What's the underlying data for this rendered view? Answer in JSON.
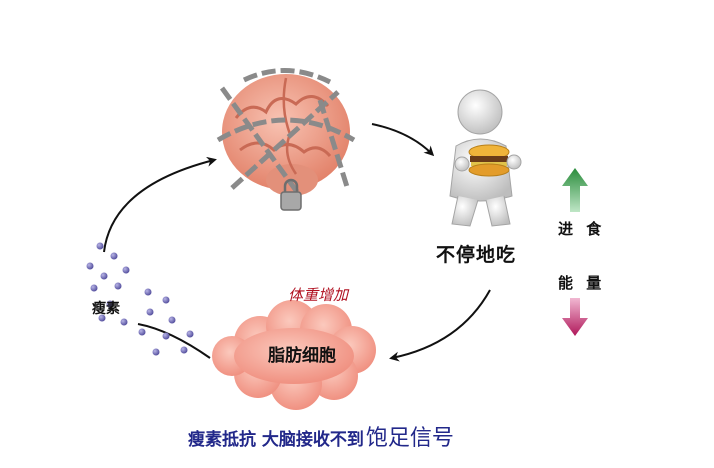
{
  "nodes": {
    "eating": "不停地吃",
    "eat_more": "进 食",
    "energy": "能 量",
    "weight_gain": "体重增加",
    "leptin": "瘦素",
    "fat_cell": "脂肪细胞"
  },
  "caption": {
    "part1": "瘦素抵抗 大脑接收不到",
    "part2": "饱足信号"
  },
  "colors": {
    "up_arrow": "#2a8c3c",
    "down_arrow": "#b0185a",
    "brain": "#f2a18c",
    "fat_cell": "#f7a99a",
    "leptin_dots": "#6a66b0",
    "weight_gain": "#b01020",
    "caption": "#22288a"
  },
  "icons": [
    "chained-brain-icon",
    "figure-with-burger-icon",
    "fat-cell-cloud-icon",
    "leptin-dots-icon"
  ]
}
